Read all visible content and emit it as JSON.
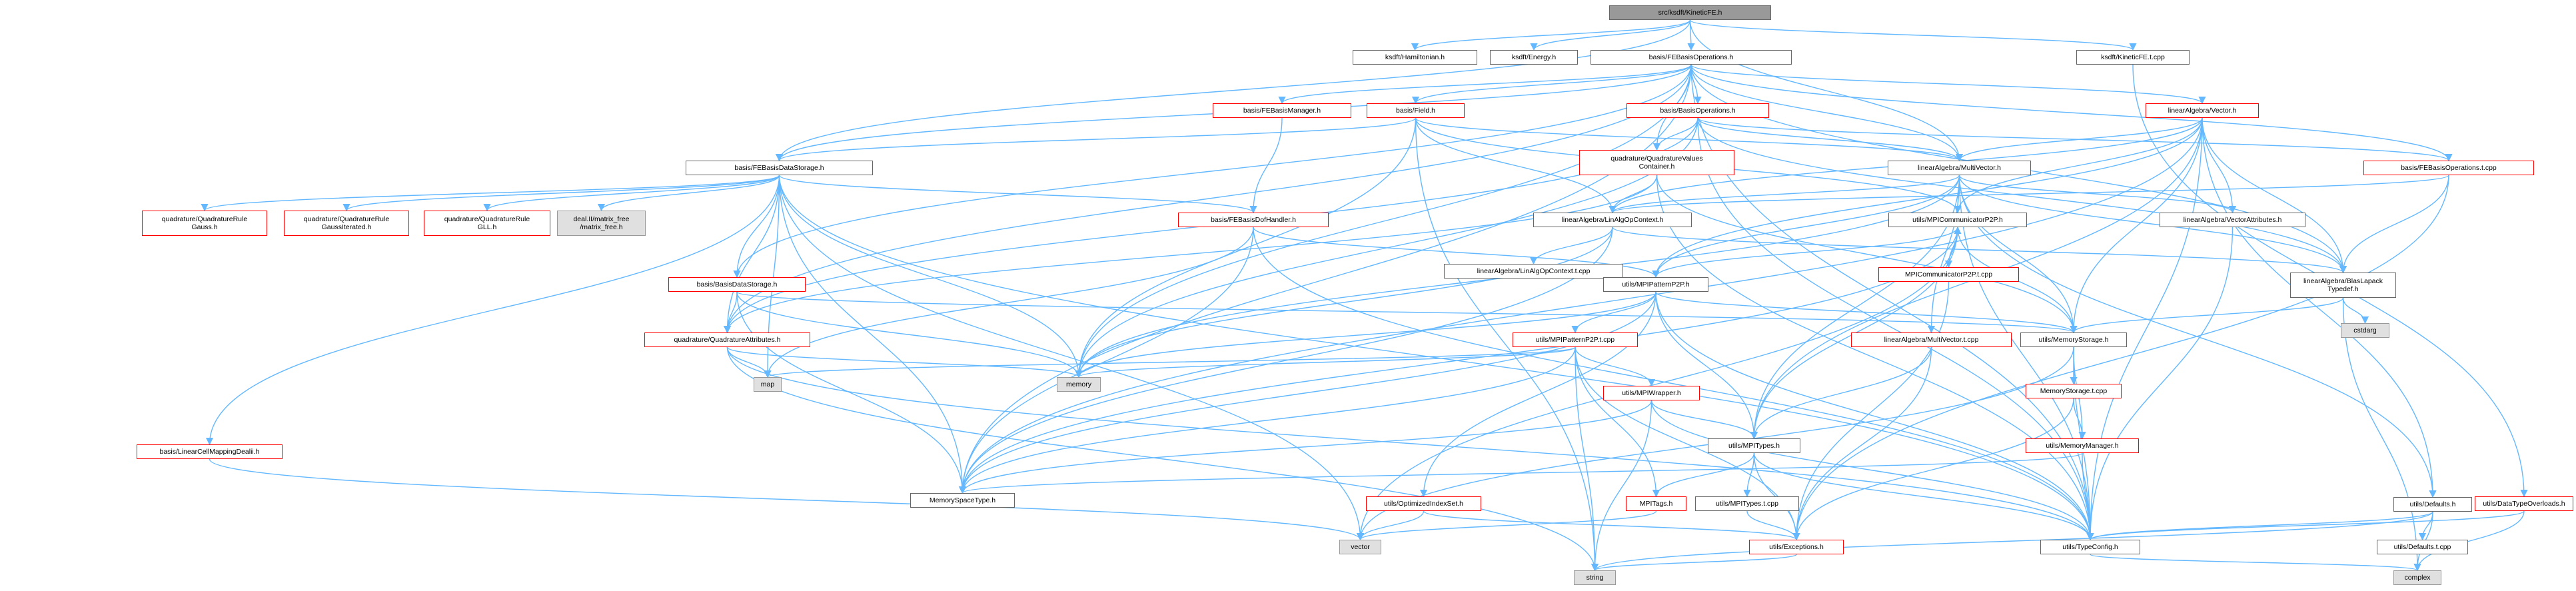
{
  "diagram": {
    "colors": {
      "edge": "#63b8ff",
      "root_fill": "#999999",
      "node_border": "#666666",
      "truncated_border": "#ff0000",
      "system_header_fill": "#e0e0e0"
    },
    "nodes": [
      {
        "id": "root",
        "label": "src/ksdft/KineticFE.h",
        "kind": "root"
      },
      {
        "id": "ham",
        "label": "ksdft/Hamiltonian.h",
        "kind": "normal"
      },
      {
        "id": "energy",
        "label": "ksdft/Energy.h",
        "kind": "normal"
      },
      {
        "id": "febops",
        "label": "basis/FEBasisOperations.h",
        "kind": "normal"
      },
      {
        "id": "kinfe_t",
        "label": "ksdft/KineticFE.t.cpp",
        "kind": "normal"
      },
      {
        "id": "febmgr",
        "label": "basis/FEBasisManager.h",
        "kind": "red"
      },
      {
        "id": "field",
        "label": "basis/Field.h",
        "kind": "red"
      },
      {
        "id": "basisops",
        "label": "basis/BasisOperations.h",
        "kind": "red"
      },
      {
        "id": "lavector",
        "label": "linearAlgebra/Vector.h",
        "kind": "red"
      },
      {
        "id": "febds",
        "label": "basis/FEBasisDataStorage.h",
        "kind": "normal"
      },
      {
        "id": "qvc",
        "label": "quadrature/QuadratureValues\nContainer.h",
        "kind": "red"
      },
      {
        "id": "multivec",
        "label": "linearAlgebra/MultiVector.h",
        "kind": "normal"
      },
      {
        "id": "febops_t",
        "label": "basis/FEBasisOperations.t.cpp",
        "kind": "red"
      },
      {
        "id": "qrgauss",
        "label": "quadrature/QuadratureRule\nGauss.h",
        "kind": "red"
      },
      {
        "id": "qrgaussit",
        "label": "quadrature/QuadratureRule\nGaussIterated.h",
        "kind": "red"
      },
      {
        "id": "qrgll",
        "label": "quadrature/QuadratureRule\nGLL.h",
        "kind": "red"
      },
      {
        "id": "dealii",
        "label": "deal.II/matrix_free\n/matrix_free.h",
        "kind": "gray"
      },
      {
        "id": "febdof",
        "label": "basis/FEBasisDofHandler.h",
        "kind": "red"
      },
      {
        "id": "linalgctx",
        "label": "linearAlgebra/LinAlgOpContext.h",
        "kind": "normal"
      },
      {
        "id": "mpicomm",
        "label": "utils/MPICommunicatorP2P.h",
        "kind": "normal"
      },
      {
        "id": "vecattr",
        "label": "linearAlgebra/VectorAttributes.h",
        "kind": "normal"
      },
      {
        "id": "basisds",
        "label": "basis/BasisDataStorage.h",
        "kind": "red"
      },
      {
        "id": "linalgctx_t",
        "label": "linearAlgebra/LinAlgOpContext.t.cpp",
        "kind": "normal"
      },
      {
        "id": "mpipat",
        "label": "utils/MPIPatternP2P.h",
        "kind": "normal"
      },
      {
        "id": "mpicomm_t",
        "label": "MPICommunicatorP2P.t.cpp",
        "kind": "red"
      },
      {
        "id": "blas",
        "label": "linearAlgebra/BlasLapack\nTypedef.h",
        "kind": "normal"
      },
      {
        "id": "cstdarg",
        "label": "cstdarg",
        "kind": "gray"
      },
      {
        "id": "qattr",
        "label": "quadrature/QuadratureAttributes.h",
        "kind": "red"
      },
      {
        "id": "mpipat_t",
        "label": "utils/MPIPatternP2P.t.cpp",
        "kind": "red"
      },
      {
        "id": "multivec_t",
        "label": "linearAlgebra/MultiVector.t.cpp",
        "kind": "red"
      },
      {
        "id": "memstore",
        "label": "utils/MemoryStorage.h",
        "kind": "normal"
      },
      {
        "id": "map",
        "label": "map",
        "kind": "gray"
      },
      {
        "id": "memory",
        "label": "memory",
        "kind": "gray"
      },
      {
        "id": "memstore_t",
        "label": "MemoryStorage.t.cpp",
        "kind": "red"
      },
      {
        "id": "mpiwrap",
        "label": "utils/MPIWrapper.h",
        "kind": "red"
      },
      {
        "id": "lincell",
        "label": "basis/LinearCellMappingDealii.h",
        "kind": "red"
      },
      {
        "id": "memmgr",
        "label": "utils/MemoryManager.h",
        "kind": "red"
      },
      {
        "id": "mpitypes",
        "label": "utils/MPITypes.h",
        "kind": "normal"
      },
      {
        "id": "memspace",
        "label": "MemorySpaceType.h",
        "kind": "normal"
      },
      {
        "id": "optidx",
        "label": "utils/OptimizedIndexSet.h",
        "kind": "red"
      },
      {
        "id": "mpitags",
        "label": "MPITags.h",
        "kind": "red"
      },
      {
        "id": "mpitypes_t",
        "label": "utils/MPITypes.t.cpp",
        "kind": "normal"
      },
      {
        "id": "defaults",
        "label": "utils/Defaults.h",
        "kind": "normal"
      },
      {
        "id": "dtover",
        "label": "utils/DataTypeOverloads.h",
        "kind": "red"
      },
      {
        "id": "vector",
        "label": "vector",
        "kind": "gray"
      },
      {
        "id": "defaults_t",
        "label": "utils/Defaults.t.cpp",
        "kind": "normal"
      },
      {
        "id": "exceptions",
        "label": "utils/Exceptions.h",
        "kind": "red"
      },
      {
        "id": "typeconfig",
        "label": "utils/TypeConfig.h",
        "kind": "normal"
      },
      {
        "id": "string",
        "label": "string",
        "kind": "gray"
      },
      {
        "id": "complex",
        "label": "complex",
        "kind": "gray"
      }
    ],
    "edges": [
      [
        "root",
        "ham"
      ],
      [
        "root",
        "energy"
      ],
      [
        "root",
        "febops"
      ],
      [
        "root",
        "kinfe_t"
      ],
      [
        "root",
        "febds"
      ],
      [
        "root",
        "multivec"
      ],
      [
        "kinfe_t",
        "dtover"
      ],
      [
        "febops",
        "febmgr"
      ],
      [
        "febops",
        "field"
      ],
      [
        "febops",
        "basisops"
      ],
      [
        "febops",
        "lavector"
      ],
      [
        "febops",
        "febds"
      ],
      [
        "febops",
        "qvc"
      ],
      [
        "febops",
        "multivec"
      ],
      [
        "febops",
        "febops_t"
      ],
      [
        "febops",
        "basisds"
      ],
      [
        "febops",
        "memory"
      ],
      [
        "febops",
        "memspace"
      ],
      [
        "febops",
        "blas"
      ],
      [
        "febops",
        "typeconfig"
      ],
      [
        "febops",
        "qattr"
      ],
      [
        "febmgr",
        "febdof"
      ],
      [
        "field",
        "febds"
      ],
      [
        "field",
        "linalgctx"
      ],
      [
        "field",
        "mpicomm"
      ],
      [
        "field",
        "memory"
      ],
      [
        "field",
        "string"
      ],
      [
        "field",
        "multivec"
      ],
      [
        "basisops",
        "qvc"
      ],
      [
        "basisops",
        "multivec"
      ],
      [
        "basisops",
        "febops_t"
      ],
      [
        "basisops",
        "memory"
      ],
      [
        "basisops",
        "qattr"
      ],
      [
        "basisops",
        "blas"
      ],
      [
        "basisops",
        "typeconfig"
      ],
      [
        "lavector",
        "multivec"
      ],
      [
        "lavector",
        "vecattr"
      ],
      [
        "lavector",
        "linalgctx"
      ],
      [
        "lavector",
        "mpicomm"
      ],
      [
        "lavector",
        "mpipat"
      ],
      [
        "lavector",
        "memstore"
      ],
      [
        "lavector",
        "blas"
      ],
      [
        "lavector",
        "typeconfig"
      ],
      [
        "lavector",
        "defaults"
      ],
      [
        "lavector",
        "memspace"
      ],
      [
        "lavector",
        "mpitypes"
      ],
      [
        "febds",
        "qrgauss"
      ],
      [
        "febds",
        "qrgaussit"
      ],
      [
        "febds",
        "qrgll"
      ],
      [
        "febds",
        "dealii"
      ],
      [
        "febds",
        "febdof"
      ],
      [
        "febds",
        "basisds"
      ],
      [
        "febds",
        "qattr"
      ],
      [
        "febds",
        "lincell"
      ],
      [
        "febds",
        "memory"
      ],
      [
        "febds",
        "map"
      ],
      [
        "febds",
        "vector"
      ],
      [
        "febds",
        "memspace"
      ],
      [
        "febds",
        "typeconfig"
      ],
      [
        "qvc",
        "linalgctx"
      ],
      [
        "qvc",
        "qattr"
      ],
      [
        "qvc",
        "memstore"
      ],
      [
        "qvc",
        "typeconfig"
      ],
      [
        "multivec",
        "vecattr"
      ],
      [
        "multivec",
        "linalgctx"
      ],
      [
        "multivec",
        "mpicomm"
      ],
      [
        "multivec",
        "mpipat"
      ],
      [
        "multivec",
        "memstore"
      ],
      [
        "multivec",
        "multivec_t"
      ],
      [
        "multivec",
        "blas"
      ],
      [
        "multivec",
        "typeconfig"
      ],
      [
        "multivec",
        "mpitypes"
      ],
      [
        "multivec",
        "defaults"
      ],
      [
        "multivec",
        "memory"
      ],
      [
        "febops_t",
        "blas"
      ],
      [
        "febops_t",
        "exceptions"
      ],
      [
        "febops_t",
        "linalgctx"
      ],
      [
        "febdof",
        "mpipat"
      ],
      [
        "febdof",
        "map"
      ],
      [
        "febdof",
        "memspace"
      ],
      [
        "febdof",
        "typeconfig"
      ],
      [
        "linalgctx",
        "linalgctx_t"
      ],
      [
        "linalgctx",
        "blas"
      ],
      [
        "linalgctx",
        "memspace"
      ],
      [
        "linalgctx",
        "memory"
      ],
      [
        "mpicomm",
        "mpipat"
      ],
      [
        "mpicomm",
        "mpicomm_t"
      ],
      [
        "mpicomm",
        "memstore"
      ],
      [
        "mpicomm",
        "mpitypes"
      ],
      [
        "mpicomm",
        "memspace"
      ],
      [
        "mpicomm",
        "vector"
      ],
      [
        "mpicomm_t",
        "mpicomm"
      ],
      [
        "mpicomm_t",
        "exceptions"
      ],
      [
        "vecattr",
        "typeconfig"
      ],
      [
        "basisds",
        "qattr"
      ],
      [
        "basisds",
        "memstore"
      ],
      [
        "basisds",
        "memory"
      ],
      [
        "basisds",
        "memspace"
      ],
      [
        "mpipat",
        "mpipat_t"
      ],
      [
        "mpipat",
        "memstore"
      ],
      [
        "mpipat",
        "optidx"
      ],
      [
        "mpipat",
        "mpitypes"
      ],
      [
        "mpipat",
        "memory"
      ],
      [
        "mpipat",
        "memspace"
      ],
      [
        "mpipat",
        "typeconfig"
      ],
      [
        "blas",
        "memstore"
      ],
      [
        "blas",
        "cstdarg"
      ],
      [
        "blas",
        "complex"
      ],
      [
        "qattr",
        "map"
      ],
      [
        "qattr",
        "memory"
      ],
      [
        "qattr",
        "string"
      ],
      [
        "qattr",
        "typeconfig"
      ],
      [
        "mpipat_t",
        "mpiwrap"
      ],
      [
        "mpipat_t",
        "mpitags"
      ],
      [
        "mpipat_t",
        "exceptions"
      ],
      [
        "mpipat_t",
        "map"
      ],
      [
        "mpipat_t",
        "memory"
      ],
      [
        "mpipat_t",
        "string"
      ],
      [
        "mpipat_t",
        "memspace"
      ],
      [
        "multivec_t",
        "exceptions"
      ],
      [
        "multivec_t",
        "mpitypes"
      ],
      [
        "memstore",
        "memstore_t"
      ],
      [
        "memstore",
        "memmgr"
      ],
      [
        "memstore",
        "typeconfig"
      ],
      [
        "memstore",
        "vector"
      ],
      [
        "memstore_t",
        "memmgr"
      ],
      [
        "memstore_t",
        "exceptions"
      ],
      [
        "mpiwrap",
        "mpitypes"
      ],
      [
        "mpiwrap",
        "memspace"
      ],
      [
        "mpiwrap",
        "typeconfig"
      ],
      [
        "mpiwrap",
        "string"
      ],
      [
        "memmgr",
        "memspace"
      ],
      [
        "memmgr",
        "typeconfig"
      ],
      [
        "mpitypes",
        "mpitags"
      ],
      [
        "mpitypes",
        "mpitypes_t"
      ],
      [
        "mpitypes",
        "exceptions"
      ],
      [
        "mpitypes",
        "typeconfig"
      ],
      [
        "lincell",
        "vector"
      ],
      [
        "optidx",
        "vector"
      ],
      [
        "optidx",
        "exceptions"
      ],
      [
        "mpitags",
        "vector"
      ],
      [
        "mpitypes_t",
        "exceptions"
      ],
      [
        "defaults",
        "defaults_t"
      ],
      [
        "defaults",
        "typeconfig"
      ],
      [
        "defaults",
        "complex"
      ],
      [
        "defaults",
        "string"
      ],
      [
        "dtover",
        "typeconfig"
      ],
      [
        "dtover",
        "complex"
      ],
      [
        "exceptions",
        "string"
      ],
      [
        "typeconfig",
        "complex"
      ]
    ]
  }
}
